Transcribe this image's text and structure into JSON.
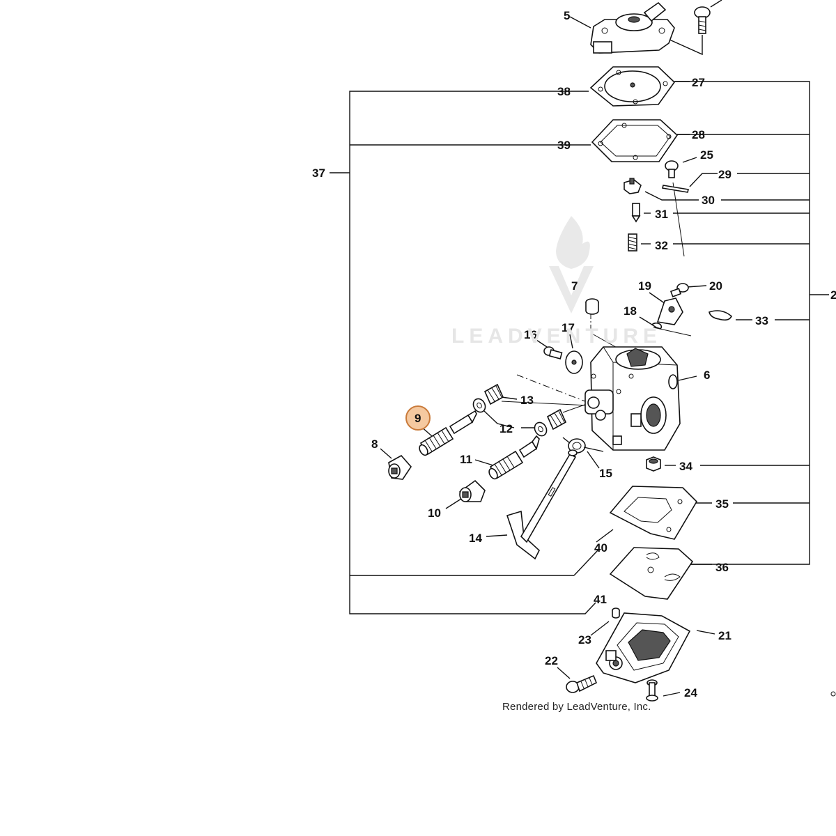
{
  "watermark_text": "LEADVENTURE",
  "credit_text": "Rendered by LeadVenture, Inc.",
  "highlight_color": "#f5c9a0",
  "highlight_stroke": "#c97a3a",
  "callouts": {
    "c5": "5",
    "c38": "38",
    "c27": "27",
    "c39": "39",
    "c28": "28",
    "c37": "37",
    "c25": "25",
    "c29": "29",
    "c30": "30",
    "c31": "31",
    "c32": "32",
    "c7": "7",
    "c19": "19",
    "c20": "20",
    "c18": "18",
    "c33": "33",
    "c16": "16",
    "c17": "17",
    "c6": "6",
    "c13": "13",
    "c9": "9",
    "c12": "12",
    "c8": "8",
    "c11": "11",
    "c15": "15",
    "c34": "34",
    "c10": "10",
    "c35": "35",
    "c14": "14",
    "c40": "40",
    "c36": "36",
    "c41": "41",
    "c23": "23",
    "c21": "21",
    "c22": "22",
    "c24": "24",
    "c2": "2"
  }
}
